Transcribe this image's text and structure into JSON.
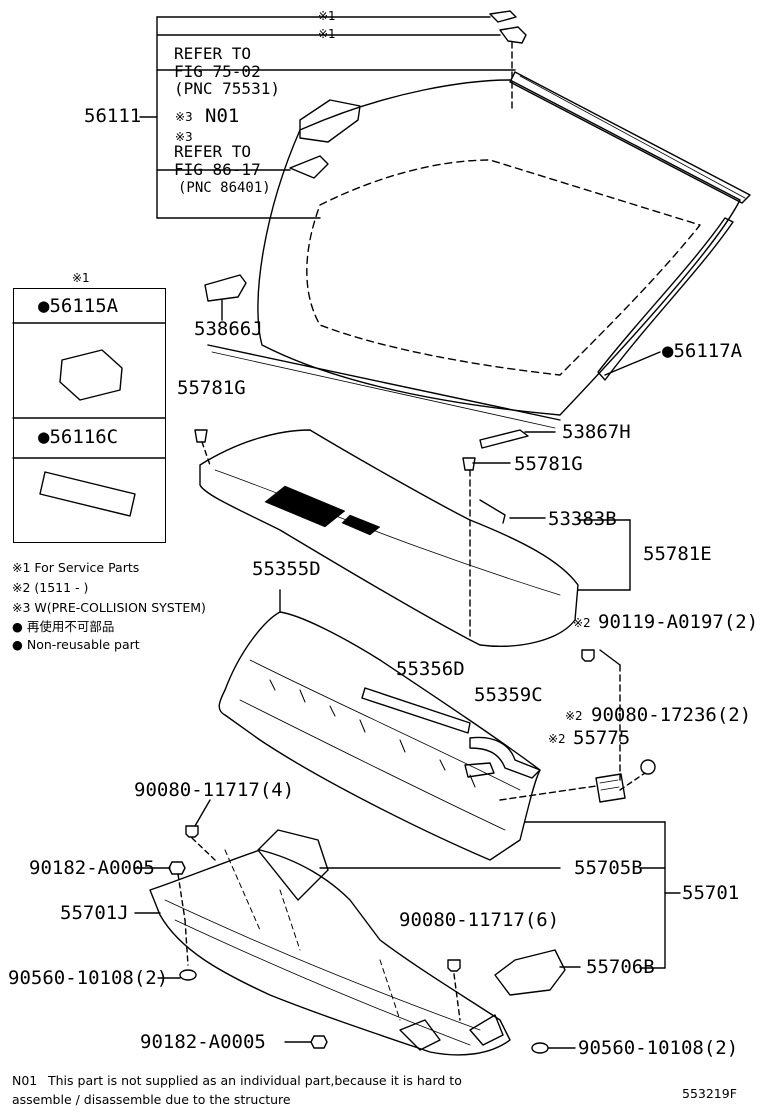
{
  "refs": {
    "star1_top_a": "※1",
    "star1_top_b": "※1",
    "group1_line1": "REFER TO",
    "group1_line2": "FIG 75-02",
    "group1_line3": "(PNC 75531)",
    "n01_mark": "※3",
    "n01_label": "N01",
    "group2_mark": "※3",
    "group2_line1": "REFER TO",
    "group2_line2": "FIG 86-17",
    "group2_line3": "(PNC 86401)"
  },
  "service_box": {
    "mark": "※1",
    "part_a": "●56115A",
    "part_b": "●56116C"
  },
  "parts": {
    "p56111": "56111",
    "p53866J": "53866J",
    "p56117A": "●56117A",
    "p55781G_left": "55781G",
    "p53867H": "53867H",
    "p55781G_right": "55781G",
    "p53383B": "53383B",
    "p55781E": "55781E",
    "p55355D": "55355D",
    "p90119_mark": "※2",
    "p90119": "90119-A0197(2)",
    "p55356D": "55356D",
    "p55359C": "55359C",
    "p90080_17236_mark": "※2",
    "p90080_17236": "90080-17236(2)",
    "p55775_mark": "※2",
    "p55775": "55775",
    "p90080_11717_4": "90080-11717(4)",
    "p90182_top": "90182-A0005",
    "p55705B": "55705B",
    "p55701": "55701",
    "p55701J": "55701J",
    "p90080_11717_6": "90080-11717(6)",
    "p90560_left": "90560-10108(2)",
    "p55706B": "55706B",
    "p90182_bottom": "90182-A0005",
    "p90560_right": "90560-10108(2)"
  },
  "legend": {
    "l1": "※1 For Service Parts",
    "l2": "※2 (1511 -      )",
    "l3": "※3 W(PRE-COLLISION SYSTEM)",
    "l4": "● 再使用不可部品",
    "l5": "● Non-reusable part"
  },
  "footer": {
    "note_label": "N01",
    "note_line1": "This part is not supplied as an individual part,because it is hard to",
    "note_line2": "assemble / disassemble due to the structure",
    "fig_code": "553219F"
  }
}
